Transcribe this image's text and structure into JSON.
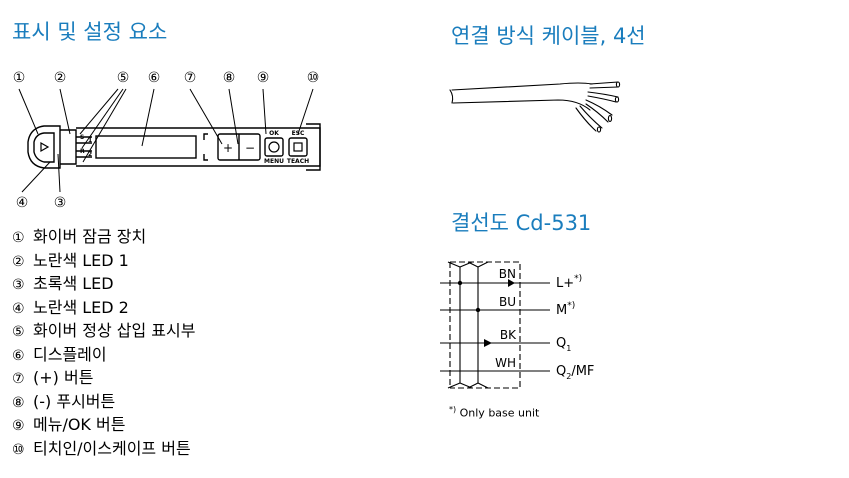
{
  "headings": {
    "display": "표시 및 설정 요소",
    "cable": "연결 방식 케이블, 4선",
    "wiring": "결선도 Cd-531"
  },
  "callouts": {
    "top": [
      "①",
      "②",
      "⑤",
      "⑥",
      "⑦",
      "⑧",
      "⑨",
      "⑩"
    ],
    "bottom": [
      "④",
      "③"
    ]
  },
  "device_labels": {
    "led_s": "S",
    "led_1": "1",
    "led_r": "R",
    "led_2": "2",
    "ok": "OK",
    "menu": "MENU",
    "esc": "ESC",
    "teach": "TEACH",
    "plus": "+",
    "minus": "−"
  },
  "legend": [
    {
      "num": "①",
      "text": "화이버 잠금 장치"
    },
    {
      "num": "②",
      "text": "노란색 LED 1"
    },
    {
      "num": "③",
      "text": "초록색 LED"
    },
    {
      "num": "④",
      "text": "노란색 LED 2"
    },
    {
      "num": "⑤",
      "text": "화이버 정상 삽입 표시부"
    },
    {
      "num": "⑥",
      "text": "디스플레이"
    },
    {
      "num": "⑦",
      "text": "(+) 버튼"
    },
    {
      "num": "⑧",
      "text": "(-) 푸시버튼"
    },
    {
      "num": "⑨",
      "text": "메뉴/OK 버튼"
    },
    {
      "num": "⑩",
      "text": "티치인/이스케이프 버튼"
    }
  ],
  "wiring": {
    "wires": [
      {
        "code": "BN",
        "label": "L+",
        "sup": "*)",
        "sub": ""
      },
      {
        "code": "BU",
        "label": "M",
        "sup": "*)",
        "sub": ""
      },
      {
        "code": "BK",
        "label": "Q",
        "sup": "",
        "sub": "1"
      },
      {
        "code": "WH",
        "label": "Q",
        "sup": "",
        "sub": "2",
        "suffix": "/MF"
      }
    ]
  },
  "footnote": {
    "sup": "*)",
    "text": " Only base unit"
  },
  "colors": {
    "heading": "#1a7dbd",
    "line": "#000000"
  }
}
